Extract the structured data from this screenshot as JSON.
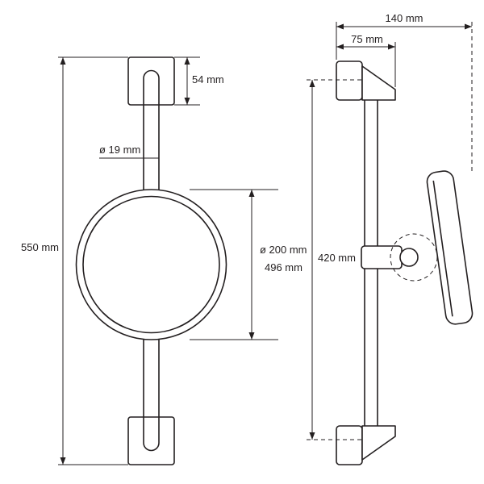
{
  "drawing": {
    "front_view": {
      "bracket_height": "54 mm",
      "bar_diameter": "ø 19 mm",
      "total_height": "550 mm",
      "mirror_diameter": "ø 200 mm",
      "mirror_extent": "496 mm"
    },
    "side_view": {
      "total_depth": "140 mm",
      "bracket_depth": "75 mm",
      "bar_length": "420 mm"
    },
    "colors": {
      "line": "#231f20",
      "background": "#ffffff"
    }
  }
}
